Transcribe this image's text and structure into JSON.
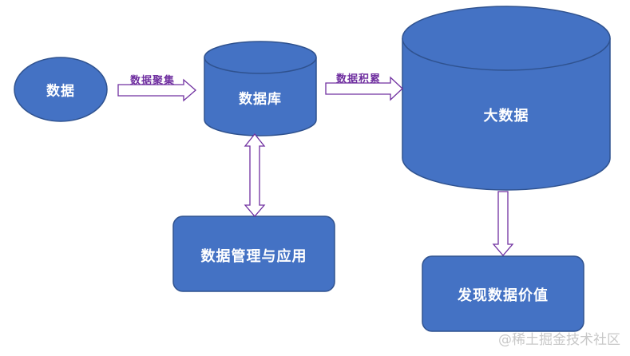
{
  "nodes": {
    "data": "数据",
    "database": "数据库",
    "big_data": "大数据",
    "management": "数据管理与应用",
    "discover": "发现数据价值"
  },
  "edges": {
    "collect": "数据聚集",
    "accumulate": "数据积累"
  },
  "watermark": "@稀土掘金技术社区",
  "colors": {
    "node_fill": "#4472c4",
    "node_stroke": "#2f528f",
    "arrow_stroke": "#7030a0",
    "label_purple": "#7030a0"
  }
}
